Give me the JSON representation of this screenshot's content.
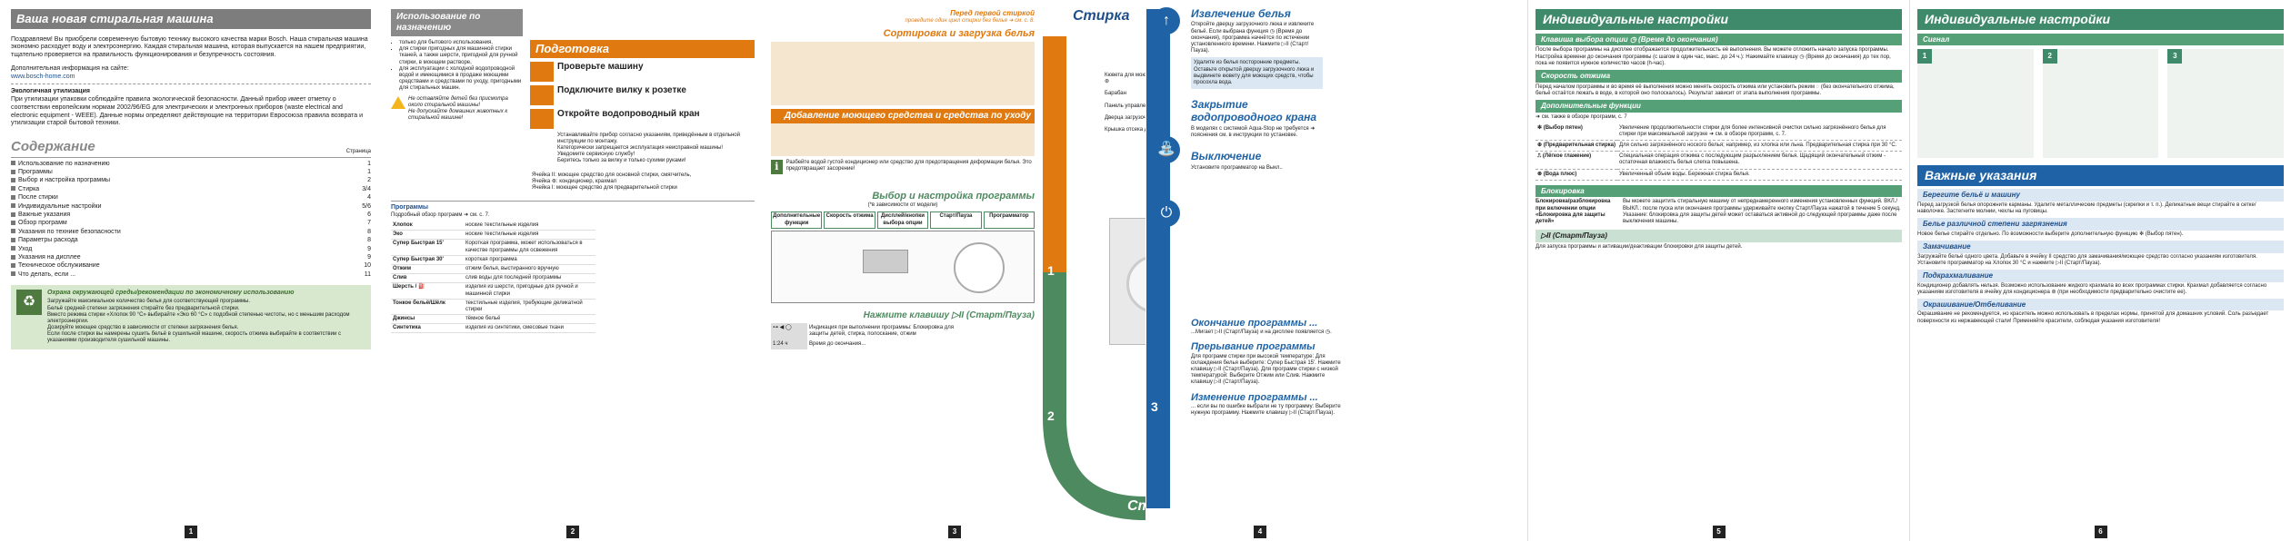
{
  "p1": {
    "title": "Ваша новая стиральная машина",
    "intro": "Поздравляем! Вы приобрели современную бытовую технику высокого качества марки Bosch. Наша стиральная машина экономно расходует воду и электроэнергию. Каждая стиральная машина, которая выпускается на нашем предприятии, тщательно проверяется на правильность функционирования и безупречность состояния.",
    "more_info": "Дополнительная информация на сайте:",
    "site": "www.bosch-home.com",
    "eco_title": "Экологичная утилизация",
    "eco_text": "При утилизации упаковки соблюдайте правила экологической безопасности. Данный прибор имеет отметку о соответствии европейским нормам 2002/96/EG для электрических и электронных приборов (waste electrical and electronic equipment - WEEE). Данные нормы определяют действующие на территории Евросоюза правила возврата и утилизации старой бытовой техники.",
    "toc_title": "Содержание",
    "toc_page_label": "Страница",
    "toc": [
      {
        "label": "Использование по назначению",
        "page": "1"
      },
      {
        "label": "Программы",
        "page": "1"
      },
      {
        "label": "Выбор и настройка программы",
        "page": "2"
      },
      {
        "label": "Стирка",
        "page": "3/4"
      },
      {
        "label": "После стирки",
        "page": "4"
      },
      {
        "label": "Индивидуальные настройки",
        "page": "5/6"
      },
      {
        "label": "Важные указания",
        "page": "6"
      },
      {
        "label": "Обзор программ",
        "page": "7"
      },
      {
        "label": "Указания по технике безопасности",
        "page": "8"
      },
      {
        "label": "Параметры расхода",
        "page": "8"
      },
      {
        "label": "Уход",
        "page": "9"
      },
      {
        "label": "Указания на дисплее",
        "page": "9"
      },
      {
        "label": "Техническое обслуживание",
        "page": "10"
      },
      {
        "label": "Что делать, если ...",
        "page": "11"
      }
    ],
    "env_title": "Охрана окружающей среды/рекомендации по экономичному использованию",
    "env_items": [
      "Загружайте максимальное количество белья для соответствующей программы.",
      "Бельё средней степени загрязнения стирайте без предварительной стирки.",
      "Вместо режима стирки «Хлопок 90 °С» выбирайте «Эко 60 °С» с подобной степенью чистоты, но с меньшим расходом электроэнергии.",
      "Дозируйте моющее средство в зависимости от степени загрязнения белья.",
      "Если после стирки вы намерены сушить бельё в сушильной машине, скорость отжима выбирайте в соответствии с указаниями производителя сушильной машины."
    ],
    "page": "1"
  },
  "p2": {
    "use_title": "Использование по назначению",
    "use_items": [
      "только для бытового использования,",
      "для стирки пригодных для машинной стирки тканей, а также шерсти, пригодной для ручной стирки, в моющем растворе,",
      "для эксплуатации с холодной водопроводной водой и имеющимися в продаже моющими средствами и средствами по уходу, пригодными для стиральных машин."
    ],
    "warn_items": [
      "Не оставляйте детей без присмотра около стиральной машины!",
      "Не допускайте домашних животных к стиральной машине!"
    ],
    "prep_title": "Подготовка",
    "prep_steps": [
      "Проверьте машину",
      "Подключите вилку к розетке",
      "Откройте водопроводный кран"
    ],
    "prep_notes": [
      "Устанавливайте прибор согласно указаниям, приведённым в отдельной инструкции по монтажу.",
      "Категорически запрещается эксплуатация неисправной машины!",
      "Уведомите сервисную службу!",
      "Беритесь только за вилку и только сухими руками!"
    ],
    "drawer_labels": [
      "Ячейка II: моющее средство для основной стирки, смягчитель,",
      "Ячейка ⊛: кондиционер, крахмал",
      "Ячейка I: моющее средство для предварительной стирки"
    ],
    "programs_title": "Программы",
    "programs_note": "Подробный обзор программ ➜ см. с. 7.",
    "programs": [
      {
        "name": "Хлопок",
        "desc": "ноские текстильные изделия"
      },
      {
        "name": "Эко",
        "desc": "ноские текстильные изделия"
      },
      {
        "name": "Супер Быстрая 15'",
        "desc": "Короткая программа, может использоваться в качестве программы для освежения"
      },
      {
        "name": "Супер Быстрая 30'",
        "desc": "короткая программа"
      },
      {
        "name": "Отжим",
        "desc": "отжим белья, выстиранного вручную"
      },
      {
        "name": "Слив",
        "desc": "слив воды для последней программы"
      },
      {
        "name": "Шерсть / ⛽",
        "desc": "изделия из шерсти, пригодные для ручной и машинной стирки"
      },
      {
        "name": "Тонкое бельё/Шёлк",
        "desc": "текстильные изделия, требующие деликатной стирки"
      },
      {
        "name": "Джинсы",
        "desc": "тёмное бельё"
      },
      {
        "name": "Синтетика",
        "desc": "изделия из синтетики, смесовые ткани"
      }
    ],
    "page": "2"
  },
  "p3": {
    "sort_title": "Сортировка и загрузка белья",
    "detergent_title": "Добавление моющего средства и средства по уходу",
    "first_wash": "Перед первой стиркой",
    "first_wash_note": "проведите один цикл стирки без белья ➜ см. с. 8.",
    "dosage_note": "Разбейте водой густой кондиционер или средство для предотвращения деформации белья. Это предотвращает засорение!",
    "select_title": "Выбор и настройка программы",
    "select_footnote": "(*в зависимости от модели)",
    "panel_cols": [
      "Дополнительные функции",
      "Скорость отжима",
      "Дисплей/кнопки выбора опции",
      "Старт/Пауза",
      "Программатор"
    ],
    "start_title": "Нажмите клавишу ▷II (Старт/Пауза)",
    "display_rows": [
      {
        "symbol": "⊶ ◀ ◯",
        "text": "Индикация при выполнении программы: Блокировка для защиты детей, стирка, полоскание, отжим"
      },
      {
        "symbol": "1:24 ч",
        "text": "Время до окончания..."
      }
    ],
    "stirka": "Стирка",
    "machine_labels": [
      "Кювета для моющих средств с ячейками I, II, ⊛",
      "Барабан",
      "Панель управления",
      "Дверца загрузочного люка",
      "Крышка отсека для сервисного обслуживания"
    ],
    "steps": [
      "1",
      "2",
      "3"
    ],
    "page": "3"
  },
  "p4": {
    "remove_title": "Извлечение белья",
    "remove_text": "Откройте дверцу загрузочного люка и извлеките бельё. Если выбрана функция ◷ (Время до окончания), программа начнётся по истечении установленного времени. Нажмите ▷II (Старт/Пауза).",
    "remove_notes": [
      "Удалите из белья посторонние предметы.",
      "Оставьте открытой дверцу загрузочного люка и выдвинете кювету для моющих средств, чтобы просохла вода."
    ],
    "tap_title": "Закрытие водопроводного крана",
    "tap_text": "В моделях с системой Aqua-Stop не требуется ➜ пояснения см. в инструкции по установке.",
    "off_title": "Выключение",
    "off_text": "Установите программатор на Выкл..",
    "end_title": "Окончание программы ...",
    "end_text": "...Мигает ▷II (Старт/Пауза) и на дисплее появляется ◷.",
    "interrupt_title": "Прерывание программы",
    "interrupt_text": "Для программ стирки при высокой температуре: Для охлаждения белья выберите: Супер Быстрая 15'. Нажмите клавишу ▷II (Старт/Пауза). Для программ стирки с низкой температурой: Выберите Отжим или Слив. Нажмите клавишу ▷II (Старт/Пауза).",
    "change_title": "Изменение программы ...",
    "change_text": "... если вы по ошибке выбрали не ту программу: Выберите нужную программу. Нажмите клавишу ▷II (Старт/Пауза).",
    "stirka": "Стирка",
    "page": "4"
  },
  "p5": {
    "title": "Индивидуальные настройки",
    "sections": [
      {
        "title": "Клавиша выбора опции ◷ (Время до окончания)",
        "text": "После выбора программы на дисплее отображается продолжительность её выполнения. Вы можете отложить начало запуска программы. Настройка времени до окончания программы (с шагом в один час, макс. до 24 ч.): Нажимайте клавишу ◷ (Время до окончания) до тех пор, пока не появится нужное количество часов (h-час)."
      },
      {
        "title": "Скорость отжима",
        "text": "Перед началом программы и во время её выполнения можно менять скорость отжима или установить режим ◌ (без окончательного отжима, бельё остаётся лежать в воде, в которой оно полоскалось). Результат зависит от этапа выполнения программы."
      },
      {
        "title": "Дополнительные функции",
        "text": "➜ см. также в обзоре программ, с. 7"
      }
    ],
    "functions": [
      {
        "name": "✻ (Выбор пятен)",
        "desc": "Увеличение продолжительности стирки для более интенсивной очистки сильно загрязнённого белья для стирки при максимальной загрузке ➜ см. в обзоре программ, с. 7."
      },
      {
        "name": "⊕ (Предварительная стирка)",
        "desc": "Для сильно загрязнённого ноского белья; например, из хлопка или льна. Предварительная стирка при 30 °С."
      },
      {
        "name": "⎍ (Лёгкое глажение)",
        "desc": "Специальная операция отжима с последующим разрыхлением белья. Щадящий окончательный отжим - остаточная влажность белья слегка повышена."
      },
      {
        "name": "⊛ (Вода плюс)",
        "desc": "Увеличенный объем воды. Бережная стирка белья."
      }
    ],
    "lock_title": "Блокировка",
    "lock_label": "Блокировка/разблокировка при включении опции «Блокировка для защиты детей»",
    "lock_text": "Вы можете защитить стиральную машину от непреднамеренного изменения установленных функций. ВКЛ./ВЫКЛ.: после пуска или окончания программы удерживайте кнопку Старт/Пауза нажатой в течение 5 секунд. Указание: блокировка для защиты детей может оставаться активной до следующей программы даже после выключения машины.",
    "start_pause_label": "▷II (Старт/Пауза)",
    "start_pause_text": "Для запуска программы и активации/деактивации блокировки для защиты детей.",
    "page": "5"
  },
  "p6": {
    "title": "Индивидуальные настройки",
    "signal_title": "Сигнал",
    "signal_steps": [
      "1",
      "2",
      "3"
    ],
    "important_title": "Важные указания",
    "important_sections": [
      {
        "title": "Берегите бельё и машину",
        "text": "Перед загрузкой белья опорожните карманы. Удалите металлические предметы (скрепки и т. п.). Деликатные вещи стирайте в сетке/наволочке. Застегните молнии, чехлы на пуговицы."
      },
      {
        "title": "Белье различной степени загрязнения",
        "text": "Новое белье стирайте отдельно. По возможности выберите дополнительную функцию ✻ (Выбор пятен)."
      },
      {
        "title": "Замачивание",
        "text": "Загружайте бельё одного цвета. Добавьте в ячейку II средство для замачивания/моющее средство согласно указаниям изготовителя. Установите программатор на Хлопок 30 °С и нажмите ▷II (Старт/Пауза)."
      },
      {
        "title": "Подкрахмаливание",
        "text": "Кондиционер добавлять нельзя. Возможно использование жидкого крахмала во всех программах стирки. Крахмал добавляется согласно указаниям изготовителя в ячейку для кондиционера ⊛ (при необходимости предварительно очистите ее)."
      },
      {
        "title": "Окрашивание/Отбеливание",
        "text": "Окрашивание не рекомендуется, но краситель можно использовать в пределах нормы, принятой для домашних условий. Соль разъедает поверхности из нержавеющей стали! Применяйте красители, соблюдая указания изготовителя!"
      }
    ],
    "page": "6"
  }
}
